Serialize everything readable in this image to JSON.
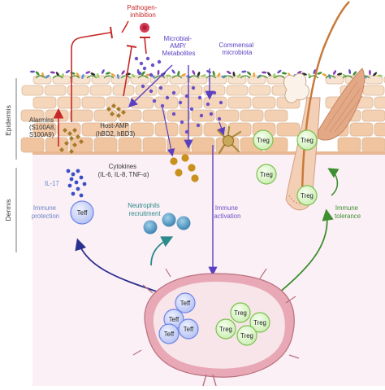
{
  "labels": {
    "pathogen_inhibition": [
      "Pathogen-",
      "inhibition"
    ],
    "microbial_amp": [
      "Microbial-",
      "AMP/",
      "Metabolites"
    ],
    "commensal": [
      "Commensal",
      "microbiota"
    ],
    "epidermis": "Epidermis",
    "dermis": "Dermis",
    "alarmins": [
      "Alarmins",
      "(S100A8,",
      "S100A9)"
    ],
    "host_amp": [
      "Host-AMP",
      "(hBD2, hBD3)"
    ],
    "cytokines": [
      "Cytokines",
      "(IL-6, IL-8, TNF-α)"
    ],
    "il17": "IL-17",
    "immune_protection": [
      "Immune",
      "protection"
    ],
    "neutrophils": [
      "Neutrophils",
      "recruitment"
    ],
    "immune_activation": [
      "Immune",
      "activation"
    ],
    "immune_tolerance": [
      "Immune",
      "tolerance"
    ],
    "teff": "Teff",
    "treg": "Treg"
  },
  "colors": {
    "teff_fill": "#c9d3f7",
    "teff_stroke": "#6f84e6",
    "treg_fill": "#ddf7cc",
    "treg_stroke": "#7cc24f",
    "dermis_bg": "#f9eef5",
    "cell_fill": "#f6dcc3",
    "cell_stroke": "#d9b79a",
    "red": "#c62828",
    "navy": "#2b2f8f",
    "green": "#3e8f2f",
    "teal": "#2c8a8a",
    "label_blue": "#6a86c9",
    "label_purple": "#6b4fc7"
  }
}
